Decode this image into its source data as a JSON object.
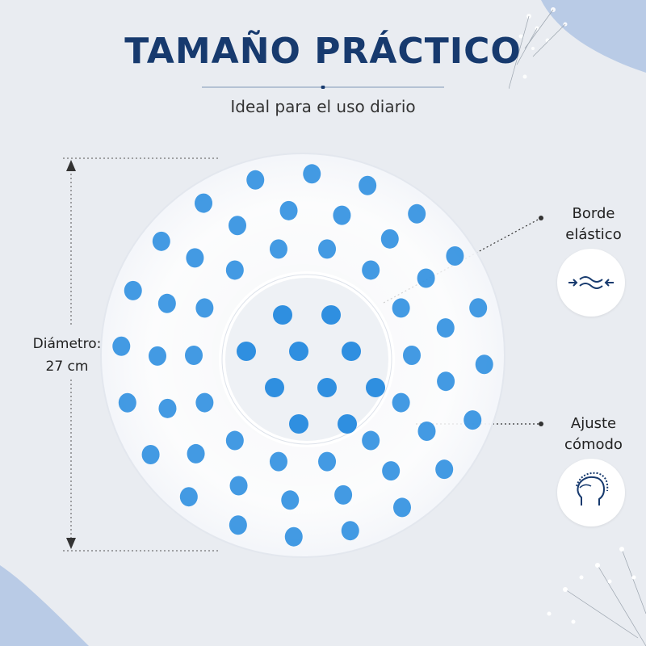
{
  "header": {
    "title": "TAMAÑO PRÁCTICO",
    "subtitle": "Ideal para el uso diario"
  },
  "dimension": {
    "label_line1": "Diámetro:",
    "label_line2": "27 cm"
  },
  "callouts": [
    {
      "line1": "Borde",
      "line2": "elástico",
      "icon": "elastic-band-icon"
    },
    {
      "line1": "Ajuste",
      "line2": "cómodo",
      "icon": "head-with-cap-icon"
    }
  ],
  "colors": {
    "title": "#173a6e",
    "background": "#e9ecf1",
    "dots": "#2f8fe0",
    "accent_corner": "#b9cbe6"
  }
}
